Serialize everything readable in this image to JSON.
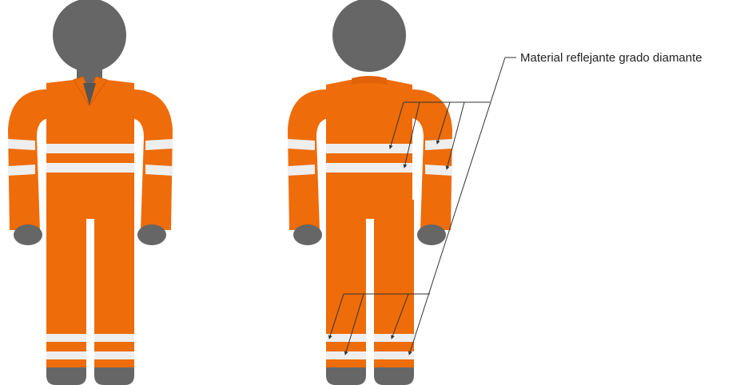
{
  "callout": {
    "label": "Material reflejante grado diamante"
  },
  "figures": [
    {
      "view": "front",
      "features": [
        "collar-v",
        "chest-bands",
        "sleeve-bands",
        "leg-bands",
        "head",
        "hands",
        "feet"
      ]
    },
    {
      "view": "back",
      "features": [
        "collar",
        "chest-bands",
        "sleeve-bands",
        "leg-bands",
        "head",
        "hands",
        "feet"
      ]
    }
  ],
  "colors": {
    "suit": "#ee6c0a",
    "reflective_band": "#eeeeee",
    "skin_shape": "#666666",
    "leader_line": "#333333",
    "background": "#ffffff"
  }
}
